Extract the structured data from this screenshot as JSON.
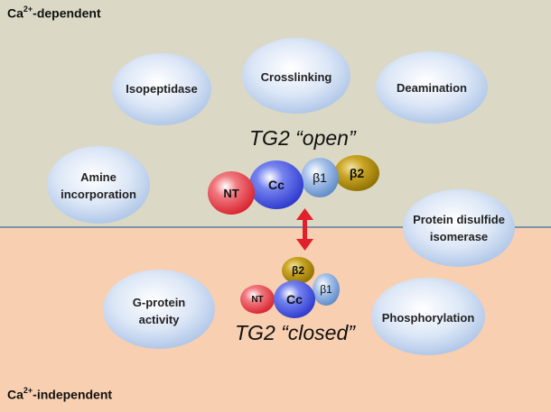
{
  "regions": {
    "top": {
      "label_prefix": "Ca",
      "label_sup": "2+",
      "label_suffix": "-dependent"
    },
    "bottom": {
      "label_prefix": "Ca",
      "label_sup": "2+",
      "label_suffix": "-independent"
    }
  },
  "activities": {
    "isopeptidase": "Isopeptidase",
    "crosslinking": "Crosslinking",
    "deamination": "Deamination",
    "amine_line1": "Amine",
    "amine_line2": "incorporation",
    "pdi_line1": "Protein disulfide",
    "pdi_line2": "isomerase",
    "gprotein_line1": "G-protein",
    "gprotein_line2": "activity",
    "phosphorylation": "Phosphorylation"
  },
  "states": {
    "open": "TG2 “open”",
    "closed": "TG2 “closed”"
  },
  "domains": {
    "nt": "NT",
    "cc": "Cc",
    "b1": "β1",
    "b2": "β2"
  },
  "colors": {
    "top_background": "#dbd9c5",
    "bottom_background": "#f8cfb0",
    "boundary_line": "#5b7fa6",
    "ellipse_fill": "#c5d7ef",
    "nt_domain": "#e8323c",
    "cc_domain": "#2f3fd6",
    "b1_domain": "#6f9ad3",
    "b2_domain": "#a7860a",
    "arrow": "#e0202b"
  }
}
